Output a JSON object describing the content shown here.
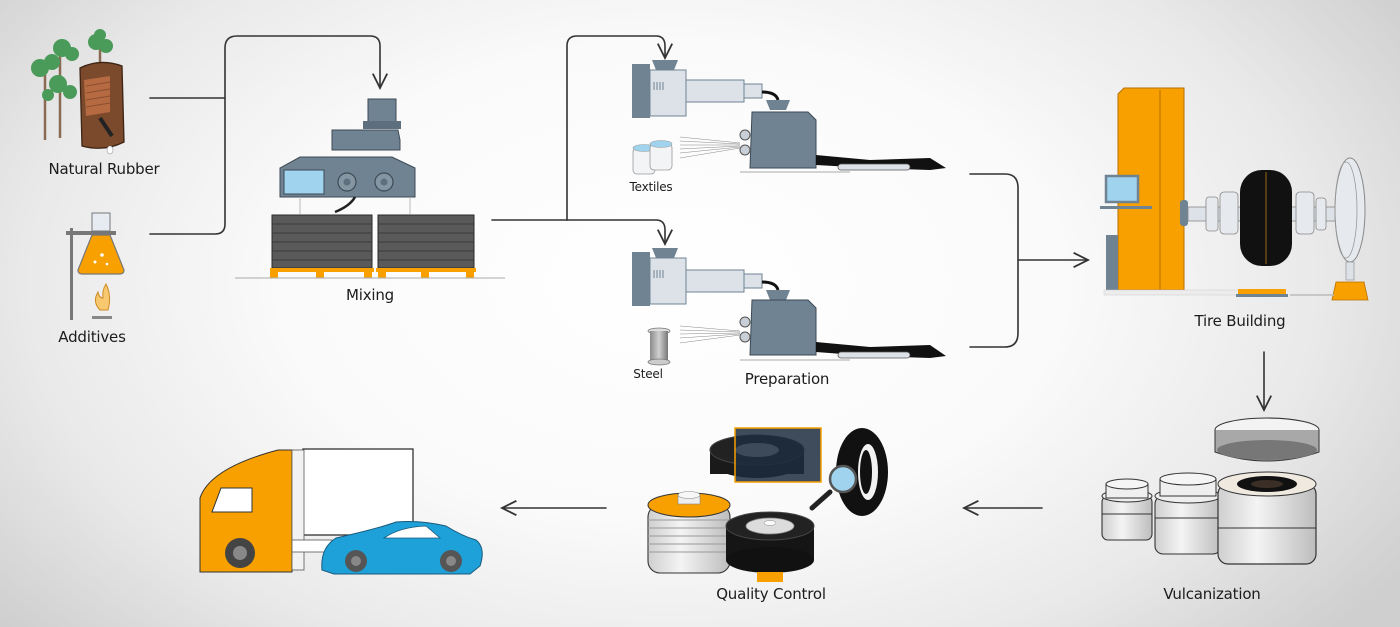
{
  "diagram": {
    "title": "Tire Manufacturing Process",
    "colors": {
      "accent_orange": "#f7a000",
      "machine_steel": "#6f8392",
      "machine_light": "#dde2e8",
      "screen_blue": "#9fd3ee",
      "car_blue": "#1ea0d8",
      "tree_green": "#4a9a5a",
      "bark_brown": "#7b4a2c",
      "rubber_black": "#161616",
      "line_ink": "#333333"
    },
    "inputs": {
      "natural_rubber": {
        "label": "Natural Rubber",
        "icon": "rubber-tree-tapping-icon"
      },
      "additives": {
        "label": "Additives",
        "icon": "lab-flask-burner-icon"
      }
    },
    "steps": [
      {
        "id": "mixing",
        "label": "Mixing",
        "icon": "mixing-machine-icon"
      },
      {
        "id": "preparation",
        "label": "Preparation",
        "icon": "extruder-calender-icon",
        "materials": [
          {
            "label": "Textiles",
            "icon": "textile-spools-icon"
          },
          {
            "label": "Steel",
            "icon": "steel-wire-spool-icon"
          }
        ]
      },
      {
        "id": "tire_building",
        "label": "Tire Building",
        "icon": "tire-building-drum-icon"
      },
      {
        "id": "vulcanization",
        "label": "Vulcanization",
        "icon": "vulcanization-press-icon"
      },
      {
        "id": "quality_control",
        "label": "Quality Control",
        "icon": "tire-inspection-icon"
      },
      {
        "id": "distribution",
        "label": "",
        "icon": "truck-and-car-icon"
      }
    ],
    "flow": [
      "Natural Rubber -> Mixing",
      "Additives -> Mixing",
      "Mixing -> Preparation (Textiles)",
      "Mixing -> Preparation (Steel)",
      "Preparation -> Tire Building",
      "Tire Building -> Vulcanization",
      "Vulcanization -> Quality Control",
      "Quality Control -> Distribution"
    ]
  }
}
